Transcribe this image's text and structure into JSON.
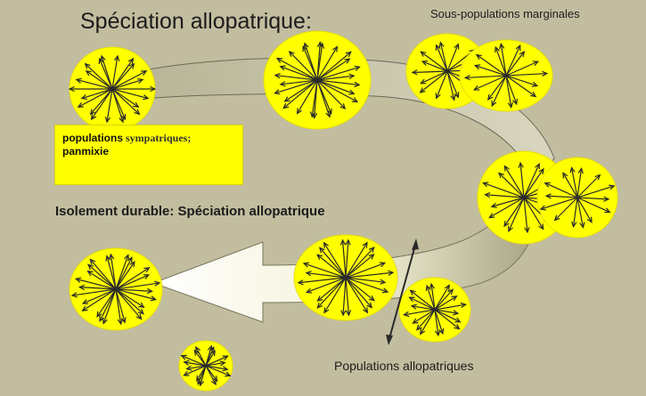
{
  "title": "Spéciation allopatrique:",
  "labels": {
    "marginal": "Sous-populations marginales",
    "isolement": "Isolement durable: Spéciation allopatrique",
    "allopatric": "Populations allopatriques"
  },
  "sympatric_box": {
    "word1": "populations",
    "word2": "sympatriques",
    "punct": ";",
    "word3": "panmixie"
  },
  "colors": {
    "background": "#c2bd9f",
    "population": "#ffff00",
    "arrow_band_light": "#f7f5dc",
    "arrow_band_dark": "#b3ae8e",
    "arrows": "#2a2a2a"
  },
  "icons": [
    "population-disc-icon",
    "dispersal-arrows-icon",
    "barrier-line-icon",
    "flow-arrow-icon"
  ]
}
